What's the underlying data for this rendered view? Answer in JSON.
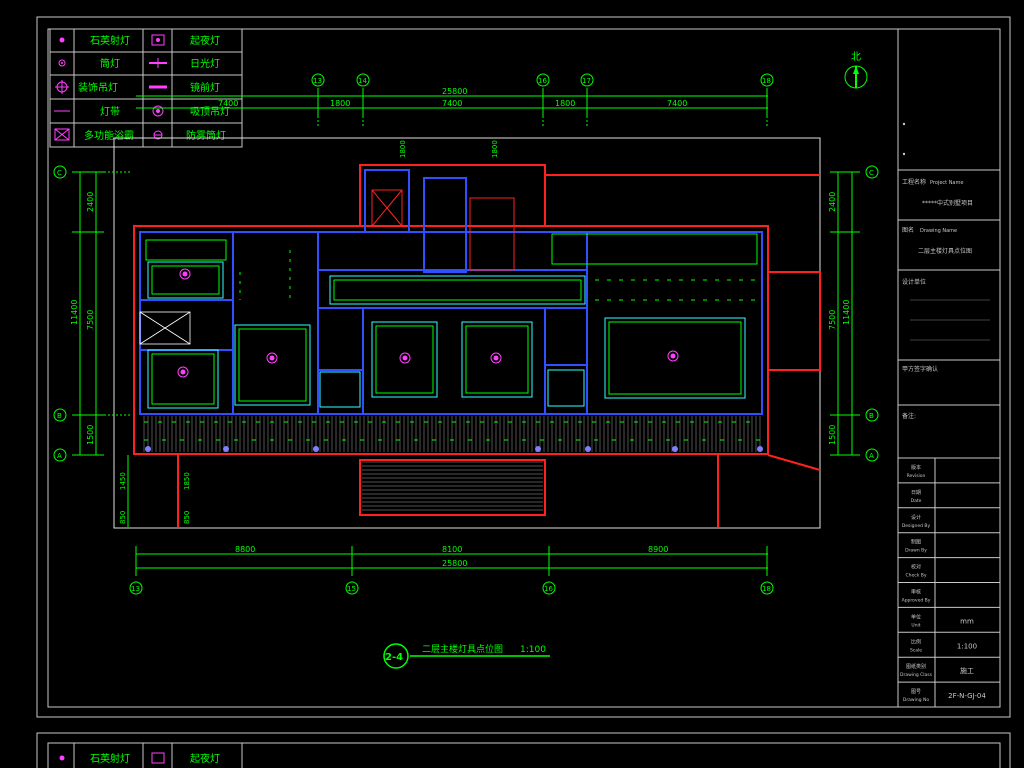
{
  "legend": {
    "items": [
      {
        "label": "石英射灯",
        "icon": "quartz-spotlight-icon"
      },
      {
        "label": "起夜灯",
        "icon": "night-light-icon"
      },
      {
        "label": "筒灯",
        "icon": "downlight-icon"
      },
      {
        "label": "日光灯",
        "icon": "fluorescent-lamp-icon"
      },
      {
        "label": "装饰吊灯",
        "icon": "pendant-lamp-icon"
      },
      {
        "label": "镜前灯",
        "icon": "mirror-light-icon"
      },
      {
        "label": "灯带",
        "icon": "light-strip-icon"
      },
      {
        "label": "吸顶吊灯",
        "icon": "ceiling-lamp-icon"
      },
      {
        "label": "多功能浴霸",
        "icon": "bath-heater-icon"
      },
      {
        "label": "防雾筒灯",
        "icon": "antifog-downlight-icon"
      }
    ]
  },
  "north_label": "北",
  "dimensions": {
    "top_total": "25800",
    "top_segments": [
      "7400",
      "1800",
      "7400",
      "1800",
      "7400"
    ],
    "stair_dims": [
      "1800",
      "1800"
    ],
    "bottom_segments": [
      "8800",
      "8100",
      "8900"
    ],
    "bottom_total": "25800",
    "left_total": "11400",
    "left_segments": [
      "2400",
      "7500",
      "1500"
    ],
    "left_lower": [
      "1450",
      "850"
    ],
    "left_lower2": [
      "1850",
      "850"
    ],
    "right_total": "11400",
    "right_segments": [
      "2400",
      "7500",
      "1500"
    ]
  },
  "axes": {
    "top": [
      "13",
      "14",
      "16",
      "17",
      "18"
    ],
    "bottom": [
      "13",
      "15",
      "16",
      "18"
    ],
    "left": [
      "C",
      "B",
      "A"
    ],
    "right": [
      "C",
      "B",
      "A"
    ]
  },
  "drawing_caption": {
    "number": "2-4",
    "title": "二层主楼灯具点位图",
    "scale": "1:100"
  },
  "title_block": {
    "project_name_label": "工程名称",
    "project_name_label_en": "Project Name",
    "project_name": "*****中式别墅项目",
    "drawing_name_label": "图名",
    "drawing_name_label_en": "Drawing Name",
    "drawing_name": "二层主楼灯具点位图",
    "design_team_label": "设计单位",
    "owner_label": "甲方签字确认",
    "notes_label": "备注:",
    "rows": [
      {
        "cn": "版本",
        "en": "Revision",
        "value": ""
      },
      {
        "cn": "日期",
        "en": "Date",
        "value": ""
      },
      {
        "cn": "设计",
        "en": "Designed By",
        "value": ""
      },
      {
        "cn": "制图",
        "en": "Drawn By",
        "value": ""
      },
      {
        "cn": "校对",
        "en": "Check By",
        "value": ""
      },
      {
        "cn": "审核",
        "en": "Approved By",
        "value": ""
      },
      {
        "cn": "单位",
        "en": "Unit",
        "value": "mm"
      },
      {
        "cn": "比例",
        "en": "Scale",
        "value": "1:100"
      },
      {
        "cn": "图纸类别",
        "en": "Drawing Class",
        "value": "施工"
      },
      {
        "cn": "图号",
        "en": "Drawing No",
        "value": "2F-N-GJ-04"
      }
    ]
  },
  "colors": {
    "background": "#000000",
    "frame": "#c8c8c8",
    "dimension": "#00ff00",
    "wall_outer": "#ff2020",
    "wall_inner": "#3050ff",
    "ceiling": "#30ffff",
    "fixture": "#ff40ff",
    "lighting_line": "#00ff00"
  }
}
